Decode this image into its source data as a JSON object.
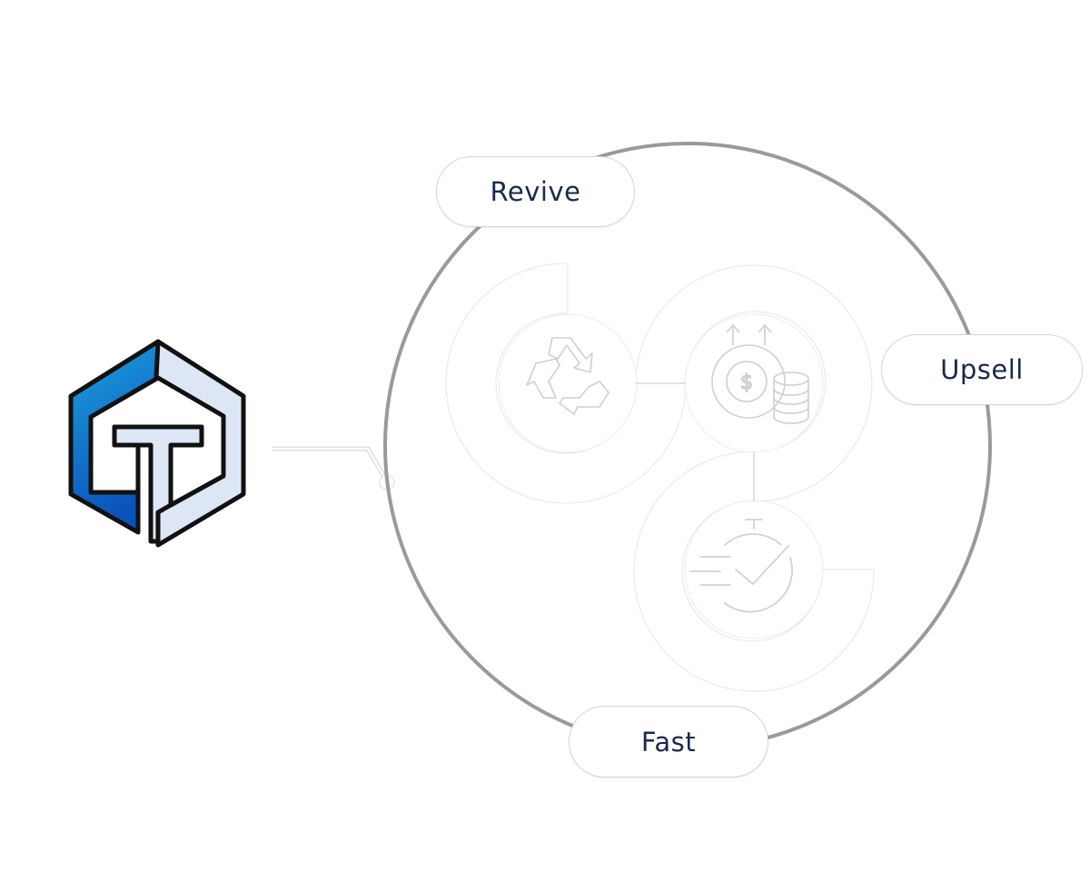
{
  "diagram": {
    "hub_logo": {
      "icon": "hexagon-t-logo-icon",
      "colors": {
        "blue_dark": "#0a52b8",
        "blue_light": "#1ea0e0",
        "pale": "#dde6f5",
        "outline": "#111111"
      }
    },
    "labels": {
      "revive": "Revive",
      "upsell": "Upsell",
      "fast": "Fast"
    },
    "segments": [
      {
        "id": "revive",
        "icon": "recycle-icon"
      },
      {
        "id": "upsell",
        "icon": "money-growth-icon"
      },
      {
        "id": "fast",
        "icon": "stopwatch-check-icon"
      }
    ],
    "colors": {
      "ring": "#9a9a9a",
      "label_text": "#1b2a4a",
      "pill_border": "#d4d4d4"
    }
  }
}
